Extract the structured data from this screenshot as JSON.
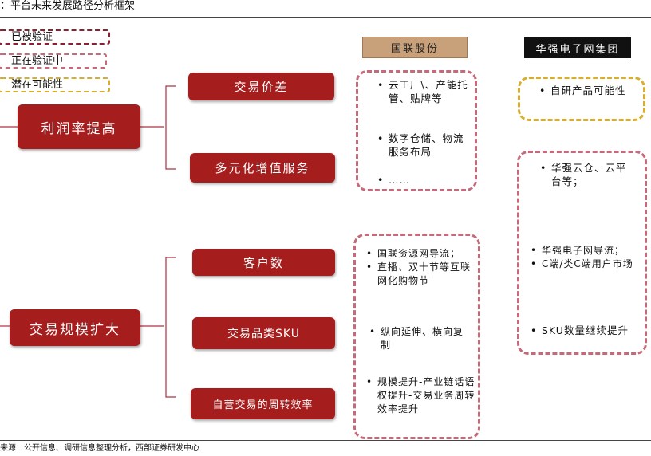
{
  "title": "：平台未来发展路径分析框架",
  "legend": [
    "已被验证",
    "正在验证中",
    "潜在可能性"
  ],
  "left": [
    "利润率提高",
    "交易规模扩大"
  ],
  "middle": [
    "交易价差",
    "多元化增值服务",
    "客户数",
    "交易品类SKU",
    "自营交易的周转效率"
  ],
  "headers": [
    "国联股份",
    "华强电子网集团"
  ],
  "guolian": {
    "box1": [
      "云工厂\\、产能托管、贴牌等",
      "数字仓储、物流服务布局",
      "……"
    ],
    "box2": [
      "国联资源网导流；",
      "直播、双十节等互联网化购物节"
    ],
    "box3": "纵向延伸、横向复制",
    "box4": "规模提升-产业链话语权提升-交易业务周转效率提升"
  },
  "huaqiang": {
    "box1": "自研产品可能性",
    "box2": [
      "华强云仓、云平台等；",
      "华强电子网导流；",
      "C端/类C端用户市场",
      "SKU数量继续提升"
    ]
  },
  "source": "来源：公开信息、调研信息整理分析，西部证券研发中心"
}
